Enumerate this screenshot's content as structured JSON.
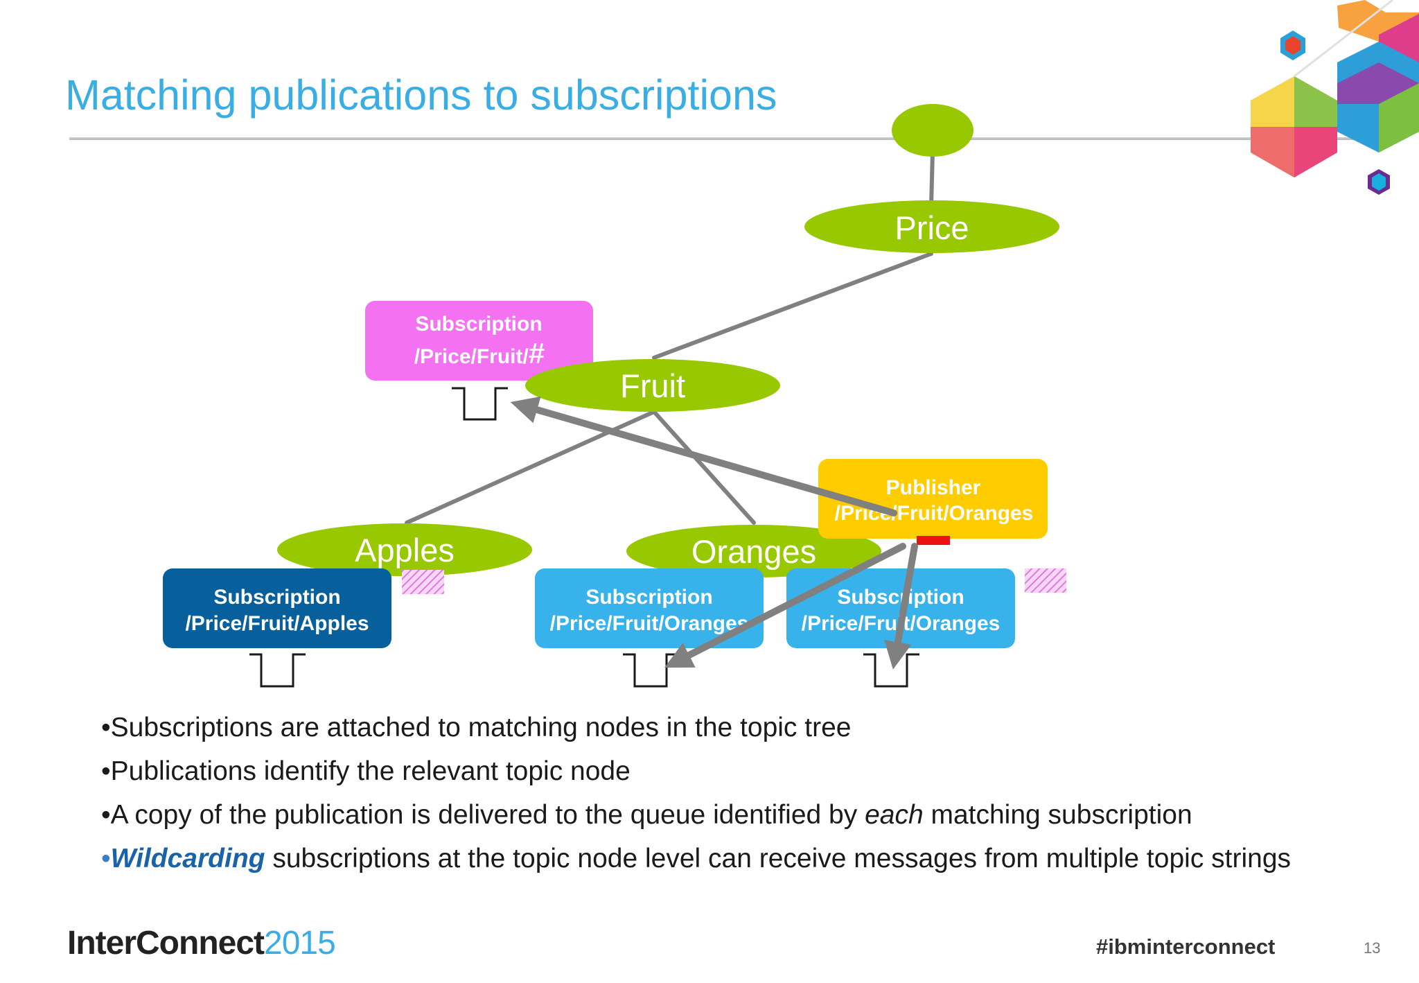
{
  "slide": {
    "title": "Matching publications to subscriptions",
    "page_number": "13"
  },
  "diagram": {
    "nodes": {
      "root": "",
      "price": "Price",
      "fruit": "Fruit",
      "apples": "Apples",
      "oranges": "Oranges"
    },
    "sub_wildcard": {
      "line1": "Subscription",
      "line2": "/Price/Fruit/",
      "wildcard_char": "#",
      "color": "#f472f2"
    },
    "sub_apples": {
      "line1": "Subscription",
      "line2": "/Price/Fruit/Apples",
      "color": "#07609b"
    },
    "sub_oranges_1": {
      "line1": "Subscription",
      "line2": "/Price/Fruit/Oranges",
      "color": "#38b2ea"
    },
    "sub_oranges_2": {
      "line1": "Subscription",
      "line2": "/Price/Fruit/Oranges",
      "color": "#38b2ea"
    },
    "publisher": {
      "line1": "Publisher",
      "line2": "/Price/Fruit/Oranges",
      "color": "#ffcc00"
    },
    "node_color": "#98c800",
    "arrow_color": "#808080"
  },
  "bullets": {
    "b1": "Subscriptions are attached to matching nodes in the topic tree",
    "b2": "Publications identify the relevant topic node",
    "b3_pre": "A copy of the publication is delivered to the queue identified by ",
    "b3_em": "each",
    "b3_post": " matching subscription",
    "b4_em": "Wildcarding",
    "b4_post": " subscriptions at the topic node level can receive messages from multiple topic strings"
  },
  "footer": {
    "logo_strong": "InterConnect",
    "logo_year": "2015",
    "hashtag": "#ibminterconnect"
  }
}
